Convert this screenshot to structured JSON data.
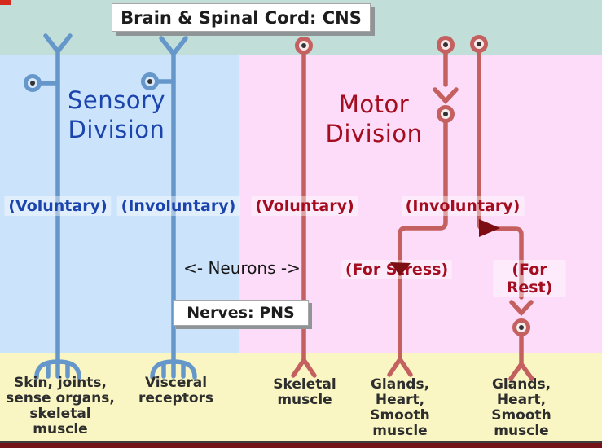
{
  "cns_box": {
    "label": "Brain & Spinal Cord: CNS"
  },
  "pns_box": {
    "label": "Nerves: PNS"
  },
  "neurons_label": "<- Neurons ->",
  "sensory": {
    "title": "Sensory\nDivision",
    "voluntary_label": "(Voluntary)",
    "involuntary_label": "(Involuntary)",
    "somatic_target": "Skin, joints,\nsense organs,\nskeletal\nmuscle",
    "visceral_target": "Visceral\nreceptors"
  },
  "motor": {
    "title": "Motor\nDivision",
    "voluntary_label": "(Voluntary)",
    "involuntary_label": "(Involuntary)",
    "stress_label": "(For Stress)",
    "rest_label": "(For Rest)",
    "skeletal_target": "Skeletal\nmuscle",
    "stress_target": "Glands,\nHeart,\nSmooth\nmuscle",
    "rest_target": "Glands,\nHeart,\nSmooth\nmuscle"
  },
  "colors": {
    "cns_band_bg": "#c2ded8",
    "sensory_region_bg": "#cbe3fb",
    "motor_region_bg": "#fcdcf8",
    "organ_band_bg": "#f9f6c4",
    "sensory_line": "#6597cb",
    "sensory_text": "#1b44ad",
    "motor_line": "#c4605f",
    "motor_text": "#a40d1f",
    "arrow": "#7c0d12",
    "bottom_strip": "#731317"
  }
}
